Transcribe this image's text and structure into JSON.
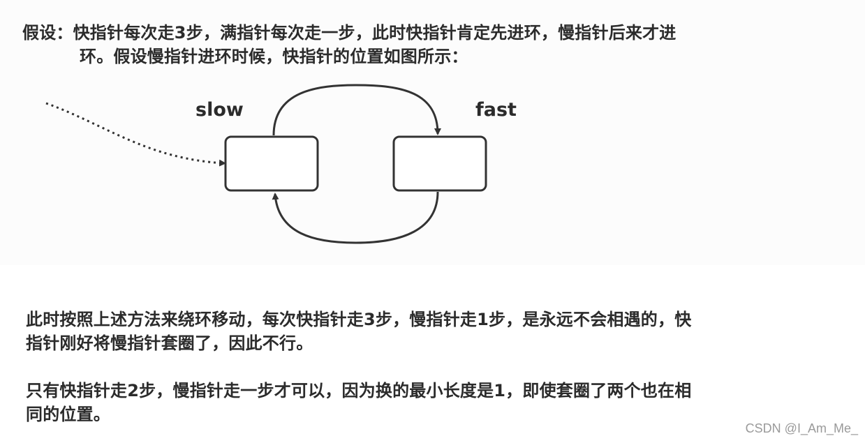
{
  "intro": {
    "label": "假设：",
    "line1": "快指针每次走3步，满指针每次走一步，此时快指针肯定先进环，慢指针后来才进",
    "line2": "环。假设慢指针进环时候，快指针的位置如图所示："
  },
  "diagram": {
    "slow_label": "slow",
    "fast_label": "fast"
  },
  "para1": {
    "line1": "此时按照上述方法来绕环移动，每次快指针走3步，慢指针走1步，是永远不会相遇的，快",
    "line2": "指针刚好将慢指针套圈了，因此不行。"
  },
  "para2": {
    "line1": "只有快指针走2步，慢指针走一步才可以，因为换的最小长度是1，即使套圈了两个也在相",
    "line2": "同的位置。"
  },
  "watermark": "CSDN @I_Am_Me_",
  "colors": {
    "text": "#2b2b2b",
    "stroke": "#333333",
    "watermark": "#9a9a9a"
  }
}
